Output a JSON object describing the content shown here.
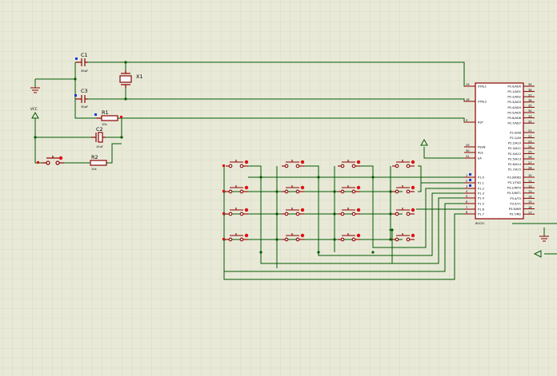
{
  "components": {
    "c1": {
      "ref": "C1",
      "value": "30pF"
    },
    "c3": {
      "ref": "C3",
      "value": "30pF"
    },
    "x1": {
      "ref": "X1"
    },
    "r1": {
      "ref": "R1",
      "value": "10k"
    },
    "r2": {
      "ref": "R2",
      "value": "10k"
    },
    "c2": {
      "ref": "C2",
      "value": "10uF"
    },
    "vcc": {
      "label": "VCC"
    }
  },
  "mcu": {
    "name": "80C51",
    "left_pins": [
      {
        "num": "19",
        "name": "XTAL1"
      },
      {
        "num": "18",
        "name": "XTAL2"
      },
      {
        "num": "9",
        "name": "RST"
      },
      {
        "num": "29",
        "name": "PSEN"
      },
      {
        "num": "30",
        "name": "ALE"
      },
      {
        "num": "31",
        "name": "EA"
      },
      {
        "num": "1",
        "name": "P1.0"
      },
      {
        "num": "2",
        "name": "P1.1"
      },
      {
        "num": "3",
        "name": "P1.2"
      },
      {
        "num": "4",
        "name": "P1.3"
      },
      {
        "num": "5",
        "name": "P1.4"
      },
      {
        "num": "6",
        "name": "P1.5"
      },
      {
        "num": "7",
        "name": "P1.6"
      },
      {
        "num": "8",
        "name": "P1.7"
      }
    ],
    "right_pins": [
      {
        "num": "39",
        "name": "P0.0/AD0"
      },
      {
        "num": "38",
        "name": "P0.1/AD1"
      },
      {
        "num": "37",
        "name": "P0.2/AD2"
      },
      {
        "num": "36",
        "name": "P0.3/AD3"
      },
      {
        "num": "35",
        "name": "P0.4/AD4"
      },
      {
        "num": "34",
        "name": "P0.5/AD5"
      },
      {
        "num": "33",
        "name": "P0.6/AD6"
      },
      {
        "num": "32",
        "name": "P0.7/AD7"
      },
      {
        "num": "21",
        "name": "P2.0/A8"
      },
      {
        "num": "22",
        "name": "P2.1/A9"
      },
      {
        "num": "23",
        "name": "P2.2/A10"
      },
      {
        "num": "24",
        "name": "P2.3/A11"
      },
      {
        "num": "25",
        "name": "P2.4/A12"
      },
      {
        "num": "26",
        "name": "P2.5/A13"
      },
      {
        "num": "27",
        "name": "P2.6/A14"
      },
      {
        "num": "28",
        "name": "P2.7/A15"
      },
      {
        "num": "10",
        "name": "P3.0/RXD"
      },
      {
        "num": "11",
        "name": "P3.1/TXD"
      },
      {
        "num": "12",
        "name": "P3.2/INT0"
      },
      {
        "num": "13",
        "name": "P3.3/INT1"
      },
      {
        "num": "14",
        "name": "P3.4/T0"
      },
      {
        "num": "15",
        "name": "P3.5/T1"
      },
      {
        "num": "16",
        "name": "P3.6/WR"
      },
      {
        "num": "17",
        "name": "P3.7/RD"
      }
    ]
  },
  "keypad": {
    "rows": 4,
    "cols": 4
  },
  "colors": {
    "background": "#e9e9d8",
    "grid": "#cfcfbb",
    "wire": "#005a00",
    "component": "#8b0000",
    "chip_fill": "#ffffff",
    "pin_blue": "#1a37e0",
    "pin_red": "#e01010"
  }
}
